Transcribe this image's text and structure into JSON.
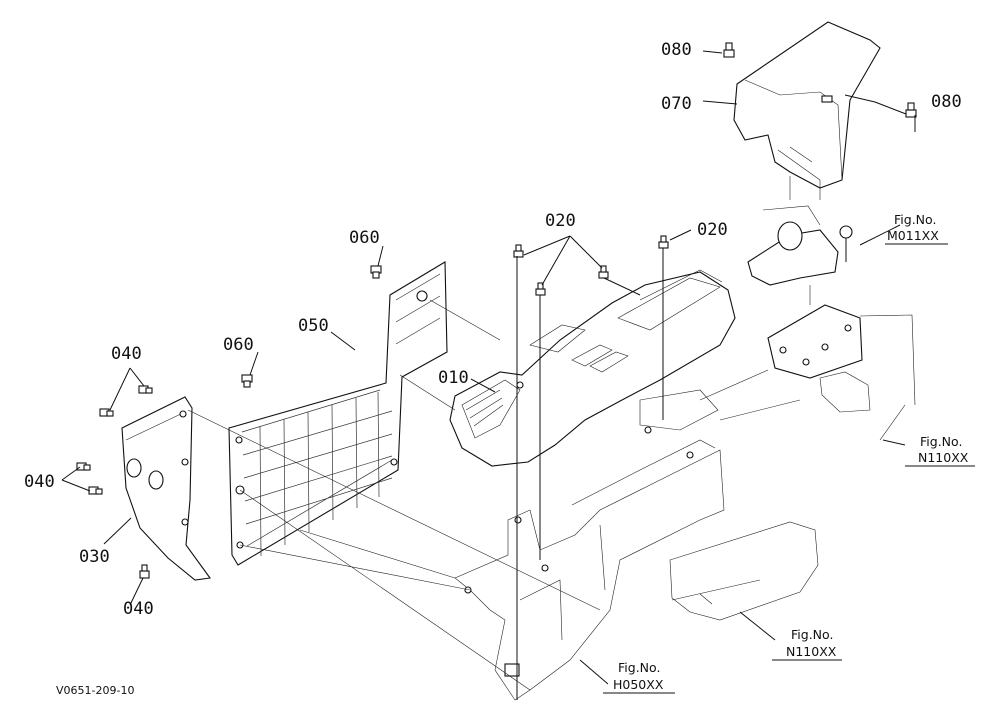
{
  "drawing_code": "V0651-209-10",
  "parts": {
    "p010": "010",
    "p020a": "020",
    "p020b": "020",
    "p030": "030",
    "p040a": "040",
    "p040b": "040",
    "p040c": "040",
    "p050": "050",
    "p060a": "060",
    "p060b": "060",
    "p070": "070",
    "p080a": "080",
    "p080b": "080"
  },
  "refs": {
    "m011": {
      "label": "Fig.No.",
      "code": "M011XX"
    },
    "n110a": {
      "label": "Fig.No.",
      "code": "N110XX"
    },
    "n110b": {
      "label": "Fig.No.",
      "code": "N110XX"
    },
    "h050": {
      "label": "Fig.No.",
      "code": "H050XX"
    }
  }
}
